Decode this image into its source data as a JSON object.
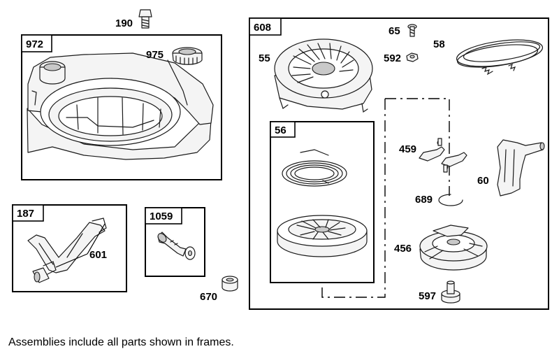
{
  "frames": {
    "f972": "972",
    "f608": "608",
    "f56": "56",
    "f187": "187",
    "f1059": "1059"
  },
  "labels": {
    "p190": "190",
    "p975": "975",
    "p65": "65",
    "p58": "58",
    "p55": "55",
    "p592": "592",
    "p459": "459",
    "p60": "60",
    "p689": "689",
    "p456": "456",
    "p597": "597",
    "p601": "601",
    "p670": "670"
  },
  "footer": "Assemblies include all parts shown in frames."
}
